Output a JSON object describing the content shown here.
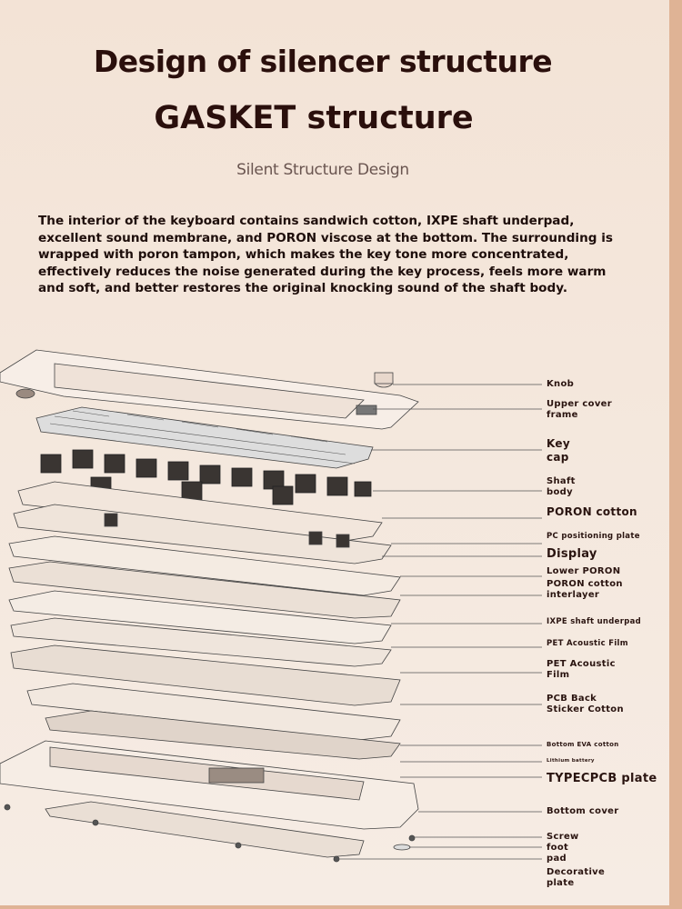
{
  "header": {
    "title": "Design of silencer structure",
    "title2": "GASKET structure",
    "subtitle": "Silent Structure Design"
  },
  "description": "The interior of the keyboard contains sandwich cotton, IXPE shaft underpad, excellent sound membrane, and PORON viscose at the bottom. The surrounding is wrapped with poron tampon, which makes the key tone more concentrated, effectively reduces the noise generated during the key process, feels more warm and soft, and better restores the original knocking sound of the shaft body.",
  "labels": [
    {
      "text": "Knob"
    },
    {
      "text": "Upper cover\nframe"
    },
    {
      "text": "Key\ncap"
    },
    {
      "text": "Shaft\nbody"
    },
    {
      "text": "PORON cotton"
    },
    {
      "text": "PC positioning plate"
    },
    {
      "text": "Display"
    },
    {
      "text": "Lower PORON"
    },
    {
      "text": "PORON cotton\ninterlayer"
    },
    {
      "text": "IXPE shaft underpad"
    },
    {
      "text": "PET Acoustic Film"
    },
    {
      "text": "PET Acoustic\nFilm"
    },
    {
      "text": "PCB Back\nSticker Cotton"
    },
    {
      "text": "Bottom EVA cotton"
    },
    {
      "text": "Lithium battery"
    },
    {
      "text": "TYPECPCB plate"
    },
    {
      "text": "Bottom cover"
    },
    {
      "text": "Screw"
    },
    {
      "text": "foot\npad"
    },
    {
      "text": "Decorative\nplate"
    }
  ],
  "colors": {
    "accent": "#dfb395",
    "ink": "#2a1410",
    "line": "#555555"
  }
}
